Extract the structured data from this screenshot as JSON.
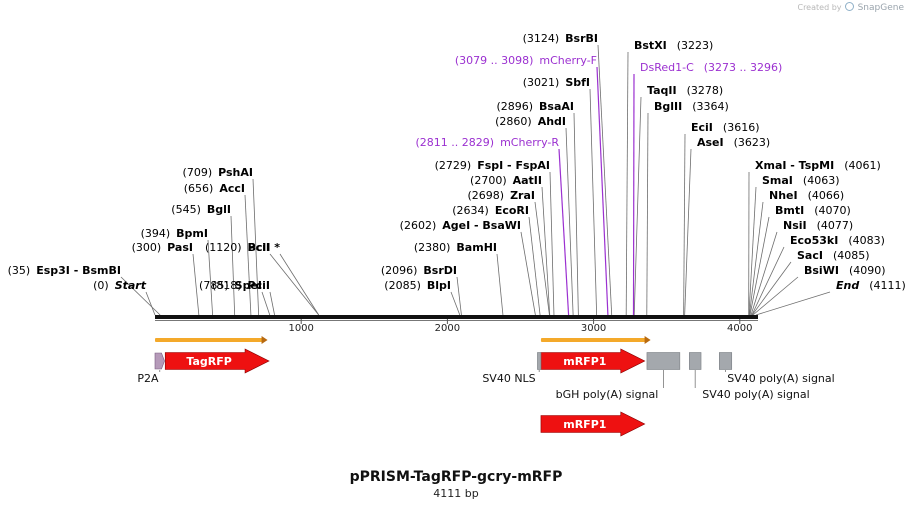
{
  "branding": {
    "prefix": "Created by",
    "product": "SnapGene",
    "logo_icon": "snapgene-logo-icon"
  },
  "title": "pPRISM-TagRFP-gcry-mRFP",
  "subtitle": "4111 bp",
  "colors": {
    "backbone": "#111111",
    "enzyme_text": "#000000",
    "primer_text": "#9b30d0",
    "feature_red": "#ee1111",
    "feature_gray": "#a4a8ad",
    "p2a": "#b59ab9",
    "primer_arrow": "#f4a92a"
  },
  "map": {
    "length": 4111,
    "ruler_ticks": [
      "1000",
      "2000",
      "3000",
      "4000"
    ],
    "enzymes": [
      {
        "pos_text": "(3124)",
        "name": "BsrBI",
        "site": 3124
      },
      {
        "pos_text": "(3223)",
        "name": "BstXI",
        "site": 3223,
        "num_after": true
      },
      {
        "pos_text": "(3021)",
        "name": "SbfI",
        "site": 3021
      },
      {
        "pos_text": "(3278)",
        "name": "TaqII",
        "site": 3278,
        "num_after": true
      },
      {
        "pos_text": "(2896)",
        "name": "BsaAI",
        "site": 2896
      },
      {
        "pos_text": "(3364)",
        "name": "BglII",
        "site": 3364,
        "num_after": true
      },
      {
        "pos_text": "(2860)",
        "name": "AhdI",
        "site": 2860
      },
      {
        "pos_text": "(3616)",
        "name": "EciI",
        "site": 3616,
        "num_after": true
      },
      {
        "pos_text": "(3623)",
        "name": "AseI",
        "site": 3623,
        "num_after": true
      },
      {
        "pos_text": "(709)",
        "name": "PshAI",
        "site": 709
      },
      {
        "pos_text": "(2729)",
        "name": "FspI - FspAI",
        "site": 2729
      },
      {
        "pos_text": "(4061)",
        "name": "XmaI - TspMI",
        "site": 4061,
        "num_after": true
      },
      {
        "pos_text": "(656)",
        "name": "AccI",
        "site": 656
      },
      {
        "pos_text": "(2700)",
        "name": "AatII",
        "site": 2700
      },
      {
        "pos_text": "(4063)",
        "name": "SmaI",
        "site": 4063,
        "num_after": true
      },
      {
        "pos_text": "(2698)",
        "name": "ZraI",
        "site": 2698
      },
      {
        "pos_text": "(4066)",
        "name": "NheI",
        "site": 4066,
        "num_after": true
      },
      {
        "pos_text": "(545)",
        "name": "BglI",
        "site": 545
      },
      {
        "pos_text": "(2634)",
        "name": "EcoRI",
        "site": 2634
      },
      {
        "pos_text": "(4070)",
        "name": "BmtI",
        "site": 4070,
        "num_after": true
      },
      {
        "pos_text": "(394)",
        "name": "BpmI",
        "site": 394
      },
      {
        "pos_text": "(2602)",
        "name": "AgeI - BsaWI",
        "site": 2602
      },
      {
        "pos_text": "(4077)",
        "name": "NsiI",
        "site": 4077,
        "num_after": true
      },
      {
        "pos_text": "(300)",
        "name": "PasI",
        "site": 300
      },
      {
        "pos_text": "(1120)",
        "name": "PciI",
        "site": 1120
      },
      {
        "pos_text": "",
        "name": "BclI *",
        "site": 1120
      },
      {
        "pos_text": "(2380)",
        "name": "BamHI",
        "site": 2380
      },
      {
        "pos_text": "(4083)",
        "name": "Eco53kI",
        "site": 4083,
        "num_after": true
      },
      {
        "pos_text": "(4085)",
        "name": "SacI",
        "site": 4085,
        "num_after": true
      },
      {
        "pos_text": "(35)",
        "name": "Esp3I - BsmBI",
        "site": 35
      },
      {
        "pos_text": "(818)",
        "name": "PciI",
        "site": 818
      },
      {
        "pos_text": "(2096)",
        "name": "BsrDI",
        "site": 2096
      },
      {
        "pos_text": "(4090)",
        "name": "BsiWI",
        "site": 4090,
        "num_after": true
      },
      {
        "pos_text": "(0)",
        "name": "Start",
        "site": 0,
        "italic": true
      },
      {
        "pos_text": "(785)",
        "name": "SpeI",
        "site": 785
      },
      {
        "pos_text": "(2085)",
        "name": "BlpI",
        "site": 2085
      },
      {
        "pos_text": "(4111)",
        "name": "End",
        "site": 4111,
        "italic": true,
        "num_after": true
      }
    ],
    "primers": [
      {
        "range_text": "(3079 .. 3098)",
        "name": "mCherry-F",
        "site": 3098
      },
      {
        "range_text": "(3273 .. 3296)",
        "name": "DsRed1-C",
        "site": 3273,
        "num_after": true
      },
      {
        "range_text": "(2811 .. 2829)",
        "name": "mCherry-R",
        "site": 2829
      }
    ],
    "primer_arrows": [
      {
        "start": 0,
        "end": 770
      },
      {
        "start": 2640,
        "end": 3390
      }
    ],
    "features": [
      {
        "label": "TagRFP",
        "start": 70,
        "end": 780,
        "row": 0,
        "kind": "arrow",
        "color": "feature_red",
        "label_inside": true
      },
      {
        "label": "mRFP1",
        "start": 2640,
        "end": 3350,
        "row": 0,
        "kind": "arrow",
        "color": "feature_red",
        "label_inside": true
      },
      {
        "label": "mRFP1",
        "start": 2640,
        "end": 3350,
        "row": 1,
        "kind": "arrow",
        "color": "feature_red",
        "label_inside": true
      },
      {
        "label": "P2A",
        "start": 0,
        "end": 65,
        "row": 0,
        "kind": "pentagon",
        "color": "p2a",
        "label_inside": false
      },
      {
        "label": "SV40 NLS",
        "start": 2616,
        "end": 2640,
        "row": 0,
        "kind": "box",
        "color": "feature_gray",
        "label_inside": false
      },
      {
        "label": "bGH poly(A) signal",
        "start": 3365,
        "end": 3590,
        "row": 0,
        "kind": "box",
        "color": "feature_gray",
        "label_inside": false
      },
      {
        "label": "SV40 poly(A) signal",
        "start": 3655,
        "end": 3735,
        "row": 0,
        "kind": "box",
        "color": "feature_gray",
        "label_inside": false
      },
      {
        "label": "SV40 poly(A) signal",
        "start": 3860,
        "end": 3945,
        "row": 0,
        "kind": "box",
        "color": "feature_gray",
        "label_inside": false
      }
    ]
  }
}
